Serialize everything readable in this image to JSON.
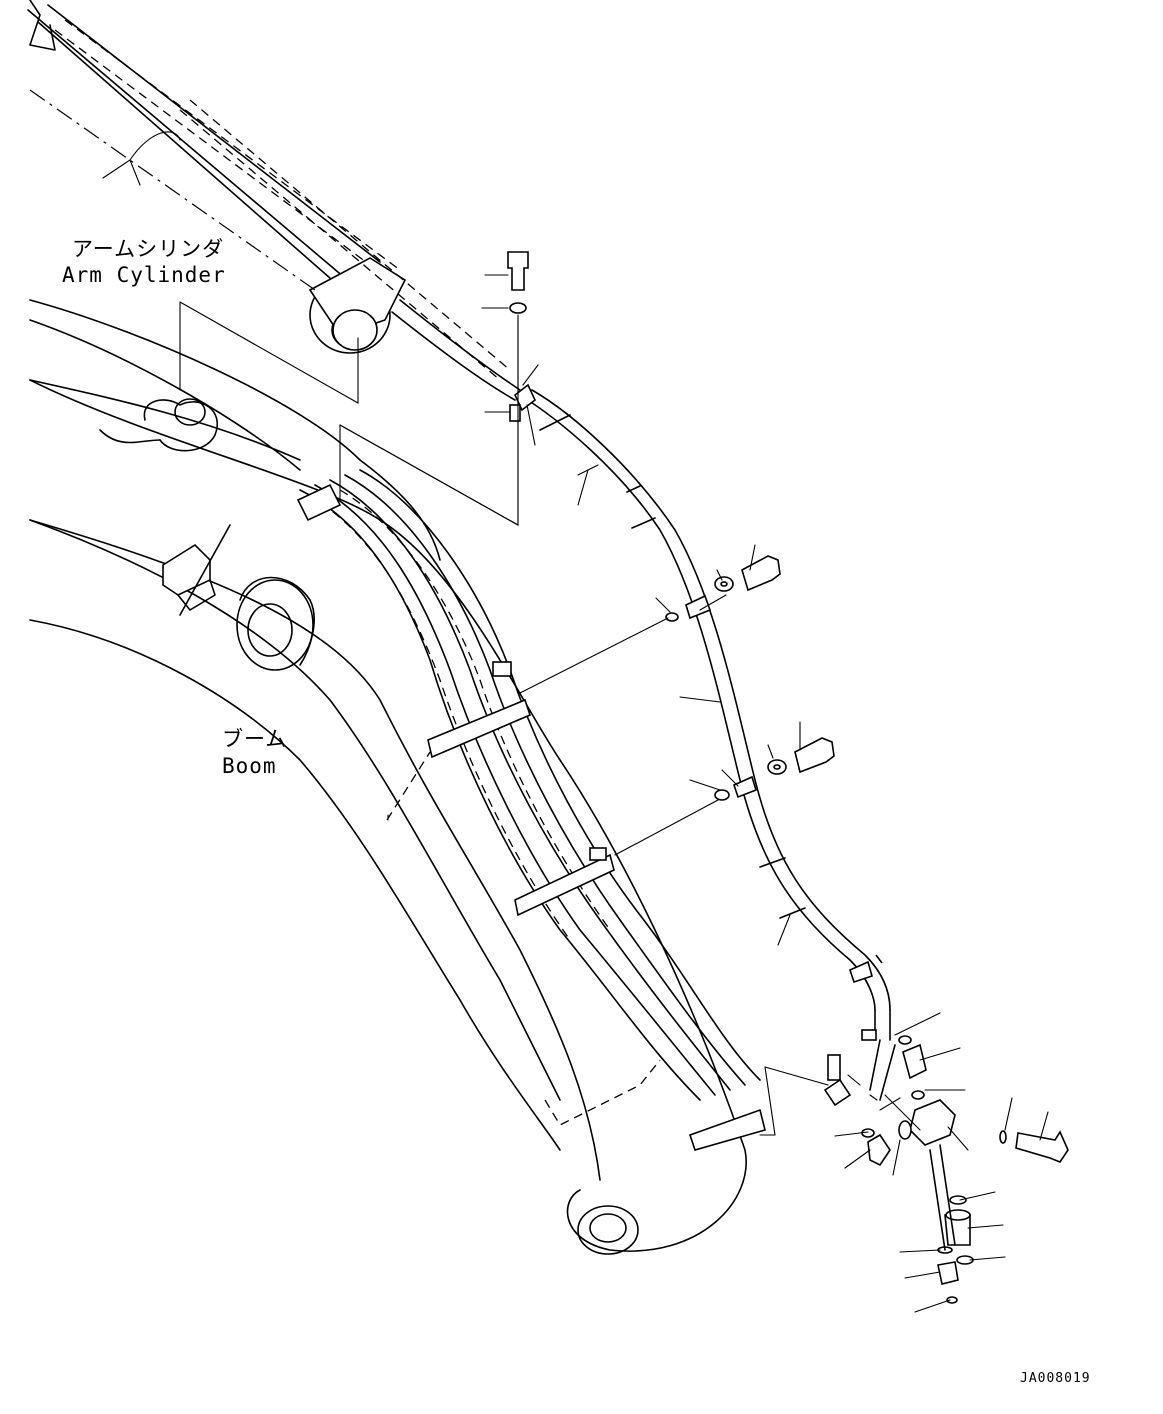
{
  "labels": {
    "arm_cylinder_jp": "アームシリンダ",
    "arm_cylinder_en": "Arm Cylinder",
    "boom_jp": "ブーム",
    "boom_en": "Boom"
  },
  "drawing_code": "JA008019"
}
